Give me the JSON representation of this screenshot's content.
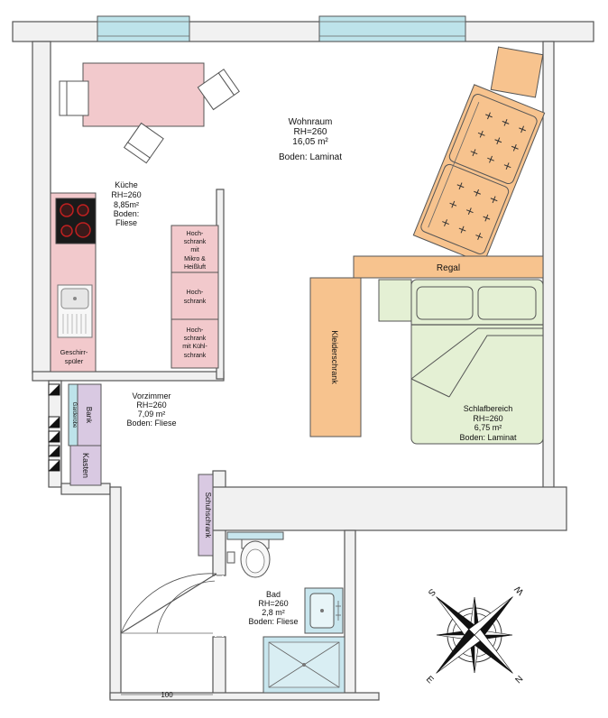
{
  "rooms": {
    "wohnraum": {
      "name": "Wohnraum",
      "height": "RH=260",
      "area": "16,05 m²",
      "floor": "Boden: Laminat"
    },
    "kueche": {
      "name": "Küche",
      "height": "RH=260",
      "area": "8,85m²",
      "floor1": "Boden:",
      "floor2": "Fliese"
    },
    "vorzimmer": {
      "name": "Vorzimmer",
      "height": "RH=260",
      "area": "7,09 m²",
      "floor": "Boden: Fliese"
    },
    "schlafbereich": {
      "name": "Schlafbereich",
      "height": "RH=260",
      "area": "6,75 m²",
      "floor": "Boden: Laminat"
    },
    "bad": {
      "name": "Bad",
      "height": "RH=260",
      "area": "2,8 m²",
      "floor": "Boden: Fliese"
    }
  },
  "furniture": {
    "regal": "Regal",
    "kleiderschrank": "Kleiderschrank",
    "hochschrank1": [
      "Hoch-",
      "schrank",
      "mit",
      "Mikro &",
      "Heißluft"
    ],
    "hochschrank2": [
      "Hoch-",
      "schrank"
    ],
    "hochschrank3": [
      "Hoch-",
      "schrank",
      "mit Kühl-",
      "schrank"
    ],
    "geschirrspueler": [
      "Geschirr-",
      "spüler"
    ],
    "bank": "Bank",
    "garderobe": "Garderobe",
    "kasten": "Kasten",
    "schuhschrank": "Schuhschrank"
  },
  "door_width": "100",
  "compass": {
    "n": "N",
    "e": "E",
    "s": "S",
    "w": "W"
  },
  "colors": {
    "wall": "#f1f1f1",
    "kitchen": "#f2c9cc",
    "living": "#f7c38e",
    "bed": "#e4f0d4",
    "hall": "#d9c9e2",
    "bath_fixture": "#c8e6ee",
    "window": "#bde3ea"
  }
}
